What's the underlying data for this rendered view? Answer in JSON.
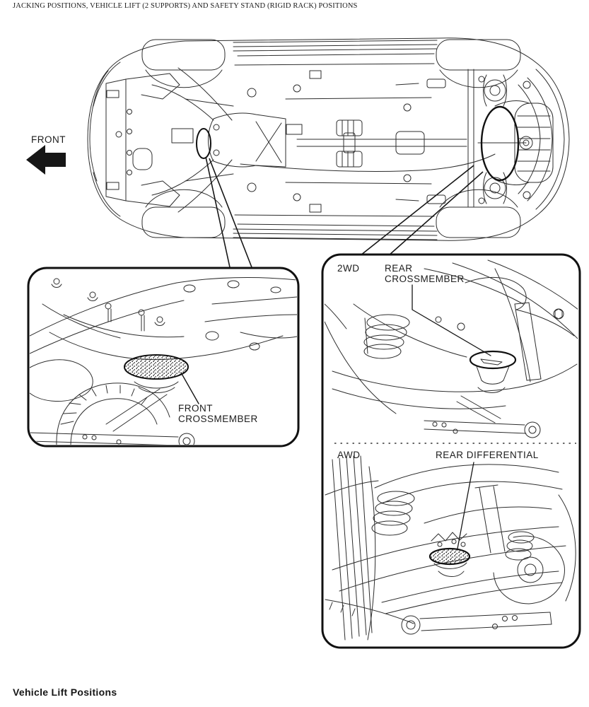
{
  "page": {
    "title": "JACKING POSITIONS, VEHICLE LIFT (2 SUPPORTS) AND SAFETY STAND (RIGID RACK) POSITIONS",
    "section_heading": "Vehicle Lift Positions"
  },
  "overview_diagram": {
    "front_direction_label": "FRONT",
    "front_arrow_icon": "left-arrow"
  },
  "callouts": {
    "front_crossmember": {
      "label_line1": "FRONT",
      "label_line2": "CROSSMEMBER"
    },
    "rear_2wd": {
      "variant_label": "2WD",
      "label_line1": "REAR",
      "label_line2": "CROSSMEMBER"
    },
    "rear_awd": {
      "variant_label": "AWD",
      "label": "REAR DIFFERENTIAL"
    }
  },
  "colors": {
    "background": "#ffffff",
    "line_art": "#2d2d2d",
    "marker_and_border": "#111111",
    "text": "#1c1c1c"
  }
}
